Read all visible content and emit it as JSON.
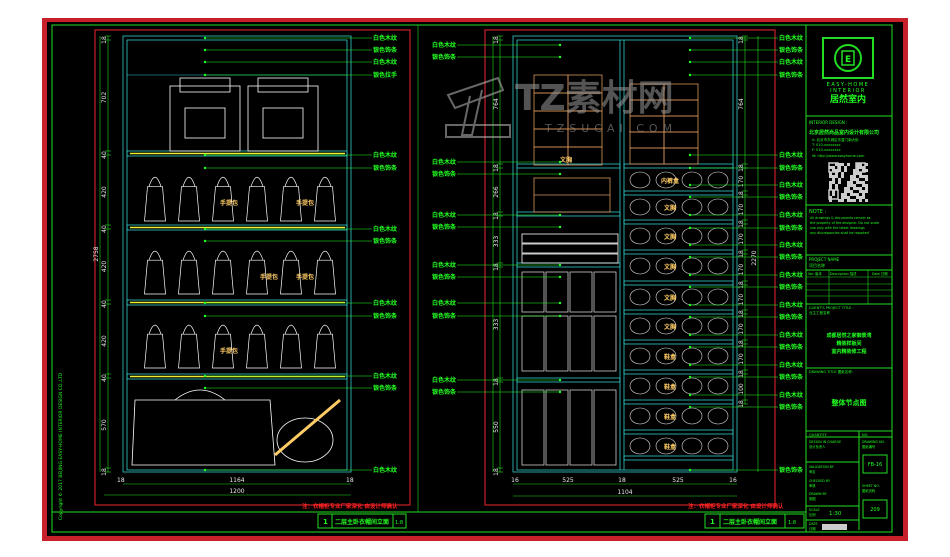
{
  "colors": {
    "frame": "#c8202a",
    "line": "#22dd22",
    "cabinet": "#33cccc",
    "leader": "#22ff22",
    "dim": "#e8e8e8",
    "shelf": "#eeee33",
    "box": "#d9955a",
    "outline": "#ffffff"
  },
  "left_elevation": {
    "labels": [
      "白色木纹",
      "银色饰条",
      "白色木纹",
      "银色拉手",
      "白色木纹",
      "银色饰条",
      "白色木纹",
      "银色饰条",
      "白色木纹",
      "银色饰条",
      "白色木纹",
      "银色饰条",
      "白色木纹"
    ],
    "vertical_dims": [
      "18",
      "702",
      "40",
      "420",
      "40",
      "420",
      "40",
      "420",
      "40",
      "570",
      "18"
    ],
    "total_height": "2758",
    "width_dims": [
      "18",
      "1164",
      "18"
    ],
    "total_width": "1200",
    "item_tags": [
      "手提包",
      "手提包",
      "手提包",
      "手提包",
      "手提包"
    ],
    "note": "注：衣帽柜专业厂家深化 由设计师确认",
    "title_no": "1",
    "title": "二层主卧衣帽间立面",
    "scale": "1:8"
  },
  "right_elevation": {
    "left_labels": [
      "白色木纹",
      "银色饰条",
      "白色木纹",
      "银色饰条",
      "白色木纹",
      "银色饰条",
      "白色木纹",
      "银色饰条",
      "白色木纹",
      "银色饰条",
      "白色木纹",
      "银色饰条"
    ],
    "right_labels": [
      "白色木纹",
      "银色饰条",
      "白色木纹",
      "银色饰条",
      "白色木纹",
      "银色饰条",
      "白色木纹",
      "银色饰条",
      "白色木纹",
      "银色饰条",
      "白色木纹",
      "银色饰条",
      "白色木纹",
      "银色饰条",
      "白色木纹",
      "银色饰条",
      "白色木纹",
      "银色饰条",
      "白色木纹",
      "银色饰条",
      "白色木纹",
      "银色饰条",
      "银色饰条"
    ],
    "left_dims": [
      "18",
      "764",
      "18",
      "266",
      "18",
      "333",
      "18",
      "333",
      "18",
      "550",
      "18"
    ],
    "right_dims": [
      "18",
      "764",
      "18",
      "170",
      "18",
      "170",
      "18",
      "170",
      "18",
      "170",
      "18",
      "170",
      "18",
      "170",
      "18",
      "170",
      "18",
      "100",
      "18"
    ],
    "total_height": "2270",
    "width_dims": [
      "16",
      "525",
      "18",
      "525",
      "16"
    ],
    "total_width": "1104",
    "item_tags": [
      "文胸",
      "内裤盒",
      "文胸",
      "文胸",
      "文胸",
      "文胸",
      "文胸",
      "鞋盒",
      "鞋盒",
      "鞋盒",
      "鞋盒"
    ],
    "note": "注：衣帽柜专业厂家深化 由设计师确认",
    "title_no": "1",
    "title": "二层主卧衣帽间立面",
    "scale": "1:8"
  },
  "title_block": {
    "logo_en1": "EASY-HOME",
    "logo_en2": "INTERIOR",
    "logo_cn": "居然室内",
    "design_label": "INTERIOR DESIGN :",
    "company": "北京居然尚品室内设计有限公司",
    "contact": [
      "A: 北京市东城区东直门南大街",
      "T: 010-xxxxxxxx",
      "F: 010-xxxxxxxx",
      "W: http://www.easyhome.com"
    ],
    "note_label": "NOTE :",
    "note_lines": [
      "All drawings & documents remain as",
      "the property of the designer. Do not scale",
      "use only with the latest drawings",
      "any discrepancies shall be reported"
    ],
    "project_name_label": "PROJECT NAME",
    "project_name_value": "项目名称",
    "rev_headers": [
      "Ver. 版本",
      "Description 描述",
      "Date 日期"
    ],
    "client_title_label": "CLIENT'S PROJECT TITLE :",
    "client_title_sub": "业主工程名称",
    "project_lines": [
      "成都居然之家御景湾",
      "精装样板间",
      "室内精装修工程"
    ],
    "drawing_title_label": "DRAWING TITLE 图纸名称:",
    "drawing_title": "整体节点图",
    "quantity_label": "QUANTITY",
    "no_label": "NO.",
    "design_in_charge": "DESIGN IN CHARGE",
    "design_in_charge_cn": "设计负责人",
    "drawing_no_label": "DRAWING NO.",
    "drawing_no_cn": "图纸编号",
    "drawing_no": "FB-16",
    "validation_label": "VALIDATION BY",
    "validation_cn": "审定",
    "checked_label": "CHECKED BY",
    "checked_cn": "审核",
    "drawn_label": "DRAWN BY",
    "drawn_cn": "制图",
    "sheet_no_label": "SHEET NO.",
    "sheet_no_cn": "图纸页码",
    "sheet_no": "209",
    "scale_label": "SCALE",
    "scale_cn": "比例",
    "scale": "1:30",
    "date_label": "DATE",
    "date_cn": "日期"
  },
  "copyright": "Copyright © 2017 BEIJING EASY-HOME INTERIOR DESIGN CO.,LTD",
  "watermark": {
    "brand": "TZ素材网",
    "url": "TZSUCAI.COM"
  }
}
